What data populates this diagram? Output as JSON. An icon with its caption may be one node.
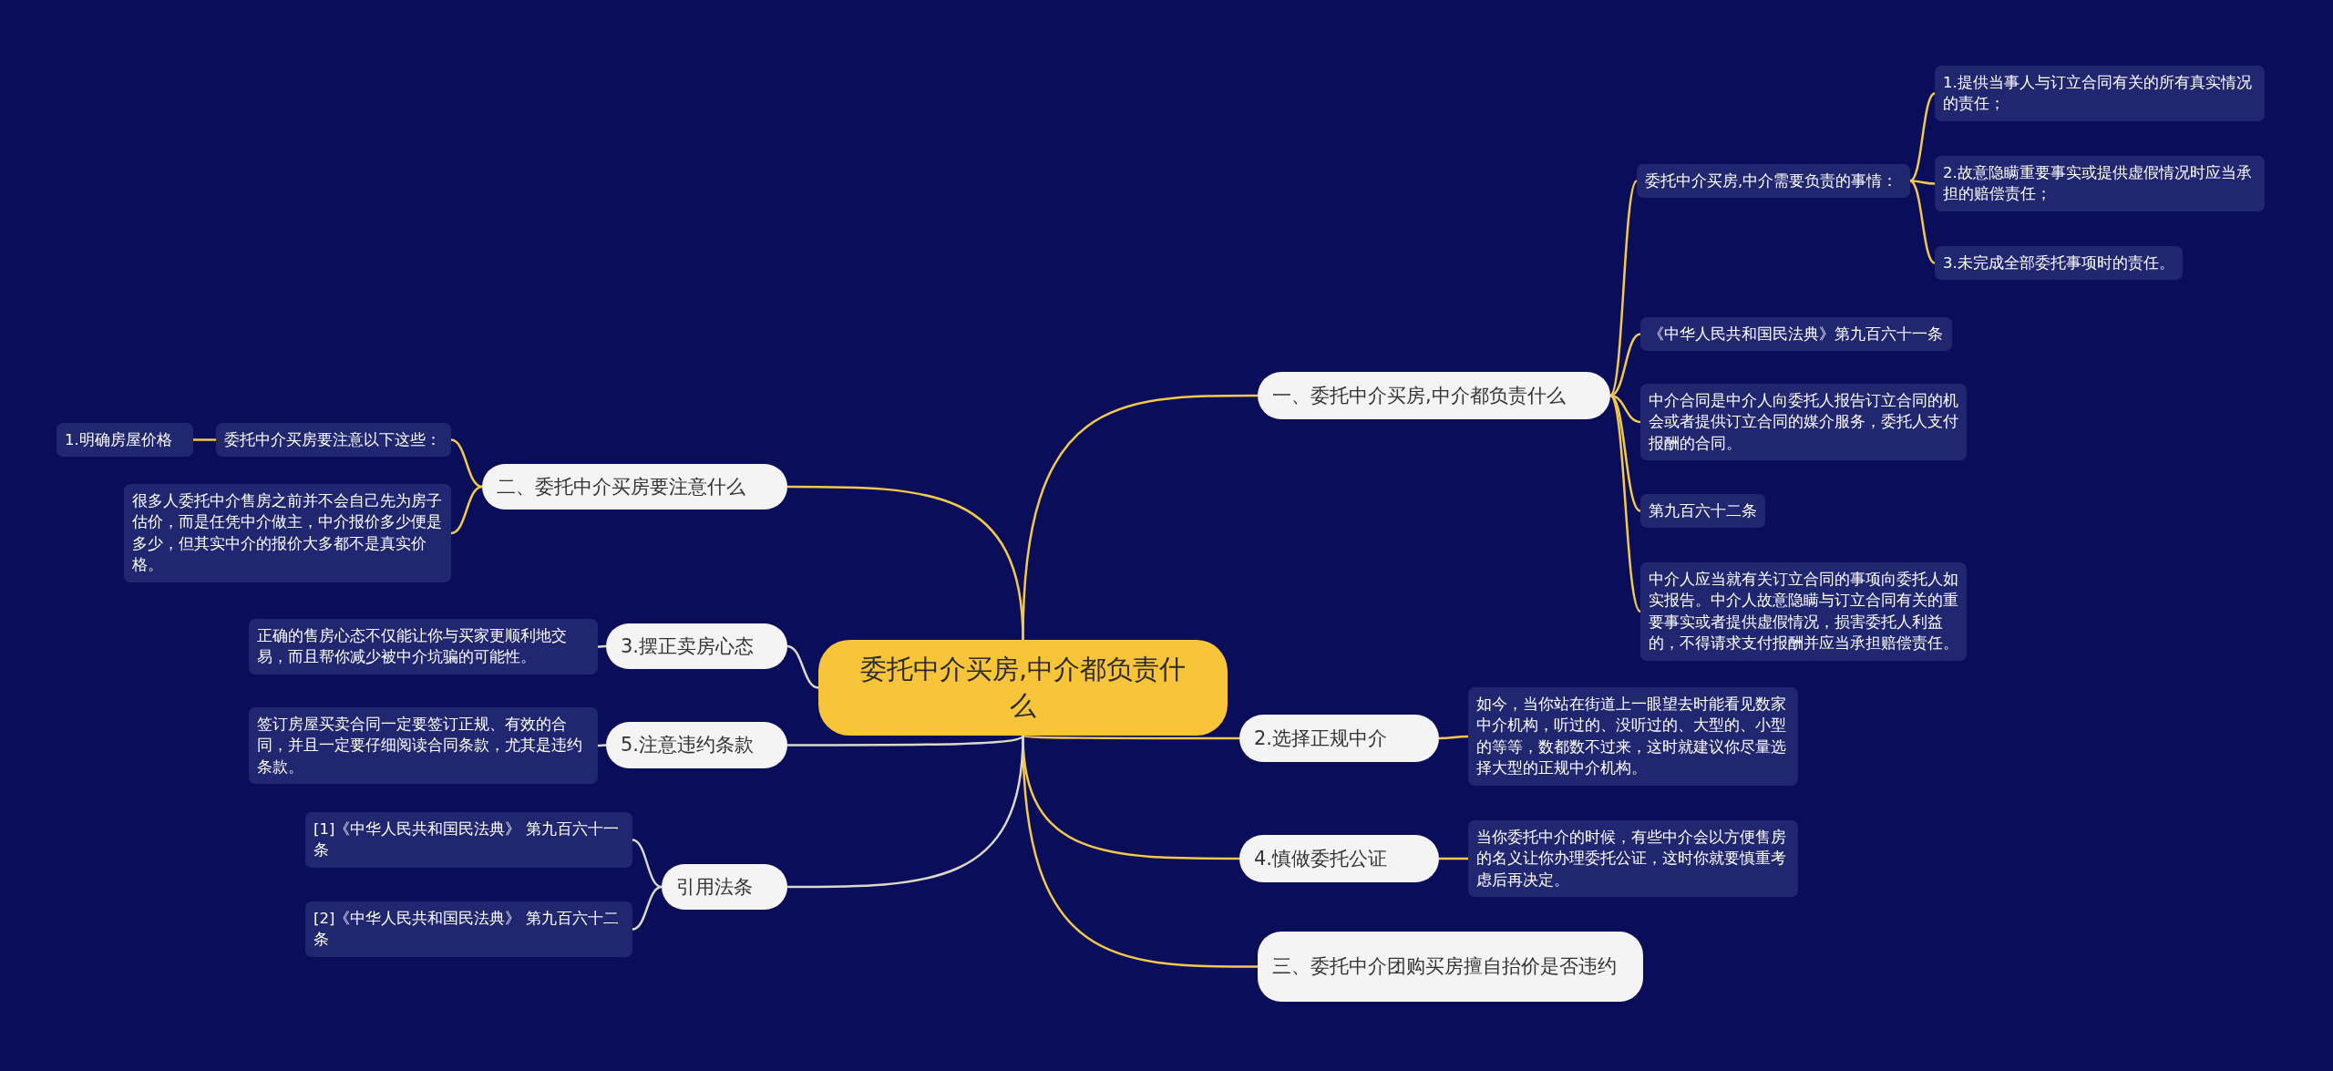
{
  "diagram": {
    "nodes": [
      {
        "text": [
          "委托中介买房,中介都负责什么"
        ]
      },
      {
        "text": [
          "一、委托中介买房,中介都负责什么"
        ]
      },
      {
        "text": [
          "委托中介买房,中介需要负责的事情："
        ]
      },
      {
        "text": [
          "1.提供当事人与订立合同有关的所有真实情况的责任；"
        ]
      },
      {
        "text": [
          "2.故意隐瞒重要事实或提供虚假情况时应当承担的赔偿责任；"
        ]
      },
      {
        "text": [
          "3.未完成全部委托事项时的责任。"
        ]
      },
      {
        "text": [
          "《中华人民共和国民法典》第九百六十一条"
        ]
      },
      {
        "text": [
          "中介合同是中介人向委托人报告订立合同的机会或者提供订立合同的媒介服务，委托人支付报酬的合同。"
        ]
      },
      {
        "text": [
          "第九百六十二条"
        ]
      },
      {
        "text": [
          "中介人应当就有关订立合同的事项向委托人如实报告。中介人故意隐瞒与订立合同有关的重要事实或者提供虚假情况，损害委托人利益的，不得请求支付报酬并应当承担赔偿责任。"
        ]
      },
      {
        "text": [
          "2.选择正规中介"
        ]
      },
      {
        "text": [
          "如今，当你站在街道上一眼望去时能看见数家中介机构，听过的、没听过的、大型的、小型的等等，数都数不过来，这时就建议你尽量选择大型的正规中介机构。"
        ]
      },
      {
        "text": [
          "4.慎做委托公证"
        ]
      },
      {
        "text": [
          "当你委托中介的时候，有些中介会以方便售房的名义让你办理委托公证，这时你就要慎重考虑后再决定。"
        ]
      },
      {
        "text": [
          "三、委托中介团购买房擅自抬价是否违约"
        ]
      },
      {
        "text": [
          "二、委托中介买房要注意什么"
        ]
      },
      {
        "text": [
          "委托中介买房要注意以下这些："
        ]
      },
      {
        "text": [
          "1.明确房屋价格"
        ]
      },
      {
        "text": [
          "很多人委托中介售房之前并不会自己先为房子估价，而是任凭中介做主，中介报价多少便是多少，但其实中介的报价大多都不是真实价格。"
        ]
      },
      {
        "text": [
          "3.摆正卖房心态"
        ]
      },
      {
        "text": [
          "正确的售房心态不仅能让你与买家更顺利地交易，而且帮你减少被中介坑骗的可能性。"
        ]
      },
      {
        "text": [
          "5.注意违约条款"
        ]
      },
      {
        "text": [
          "签订房屋买卖合同一定要签订正规、有效的合同，并且一定要仔细阅读合同条款，尤其是违约条款。"
        ]
      },
      {
        "text": [
          "引用法条"
        ]
      },
      {
        "text": [
          "[1]《中华人民共和国民法典》 第九百六十一条"
        ]
      },
      {
        "text": [
          "[2]《中华人民共和国民法典》 第九百六十二条"
        ]
      }
    ],
    "edges": [
      {
        "from": 0,
        "to": 1,
        "arrow": "none"
      },
      {
        "from": 1,
        "to": 2,
        "arrow": "none"
      },
      {
        "from": 2,
        "to": 3,
        "arrow": "none"
      },
      {
        "from": 2,
        "to": 4,
        "arrow": "none"
      },
      {
        "from": 2,
        "to": 5,
        "arrow": "none"
      },
      {
        "from": 1,
        "to": 6,
        "arrow": "none"
      },
      {
        "from": 1,
        "to": 7,
        "arrow": "none"
      },
      {
        "from": 1,
        "to": 8,
        "arrow": "none"
      },
      {
        "from": 1,
        "to": 9,
        "arrow": "none"
      },
      {
        "from": 0,
        "to": 10,
        "arrow": "none"
      },
      {
        "from": 10,
        "to": 11,
        "arrow": "none"
      },
      {
        "from": 0,
        "to": 12,
        "arrow": "none"
      },
      {
        "from": 12,
        "to": 13,
        "arrow": "none"
      },
      {
        "from": 0,
        "to": 14,
        "arrow": "none"
      },
      {
        "from": 0,
        "to": 15,
        "arrow": "none"
      },
      {
        "from": 15,
        "to": 16,
        "arrow": "none"
      },
      {
        "from": 16,
        "to": 17,
        "arrow": "none"
      },
      {
        "from": 15,
        "to": 18,
        "arrow": "none"
      },
      {
        "from": 0,
        "to": 19,
        "arrow": "none",
        "color": "#dcd8c8"
      },
      {
        "from": 19,
        "to": 20,
        "arrow": "none",
        "color": "#dcd8c8"
      },
      {
        "from": 0,
        "to": 21,
        "arrow": "none",
        "color": "#dcd8c8"
      },
      {
        "from": 21,
        "to": 22,
        "arrow": "none",
        "color": "#dcd8c8"
      },
      {
        "from": 0,
        "to": 23,
        "arrow": "none",
        "color": "#dcd8c8"
      },
      {
        "from": 23,
        "to": 24,
        "arrow": "none",
        "color": "#dcd8c8"
      },
      {
        "from": 23,
        "to": 25,
        "arrow": "none",
        "color": "#dcd8c8"
      }
    ]
  }
}
